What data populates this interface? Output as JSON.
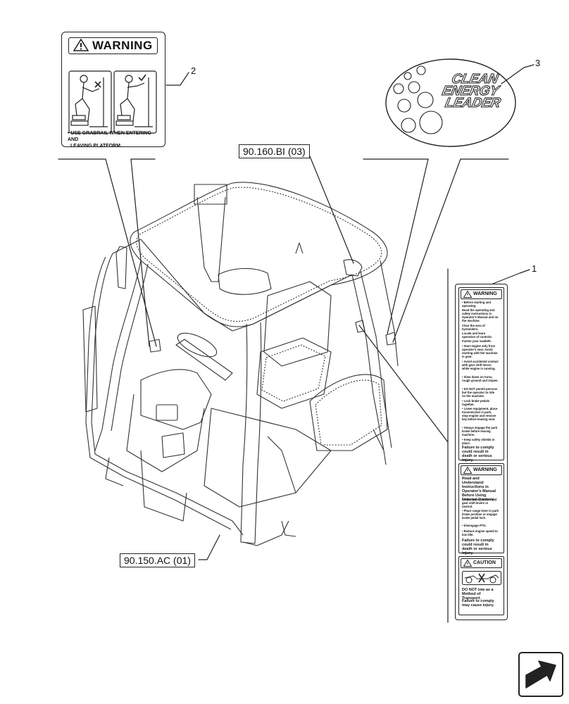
{
  "callouts": [
    {
      "number": "1"
    },
    {
      "number": "2"
    },
    {
      "number": "3"
    }
  ],
  "references": {
    "top": "90.160.BI (03)",
    "bottom": "90.150.AC (01)"
  },
  "decal_2": {
    "header": "WARNING",
    "caption_line1": "• USE GRABRAIL WHEN ENTERING AND",
    "caption_line2": "LEAVING PLATFORM."
  },
  "decal_3": {
    "logo_lines": [
      "CLEAN",
      "ENERGY",
      "LEADER"
    ]
  },
  "decal_1": {
    "panel_a": {
      "header": "WARNING",
      "items": [
        "• Before starting and operating:",
        "Read the operating and safety instructions in Operator's Manual and on the machine.",
        "Clear the area of bystanders.",
        "Locate and learn operation of controls.",
        "Fasten your seatbelt.",
        "• Start engine only from operator's seat. Avoid starting with the machine in gear.",
        "• Avoid accidental contact with gear shift levers while engine is running.",
        "• Slow down on turns, rough ground and slopes.",
        "• DO NOT permit persons but the operator to ride on the machine.",
        "• Lock brake pedals together.",
        "• Lower equipment, place transmission in park, stop engine and remove key before leaving seat.",
        "• Always engage the park brake before leaving machine.",
        "• Keep safety shields in place."
      ],
      "footer": "Failure to comply could result in death or serious injury."
    },
    "panel_b": {
      "header": "WARNING",
      "title": "Read and Understand Instructions in Operator's Manual Before Using External Controls",
      "items": [
        "• Place transmission and gear shift levers in neutral.",
        "• Place range lever in park brake position or engage brake pedal lock.",
        "• Disengage PTO.",
        "• Reduce engine speed to low idle."
      ],
      "footer": "Failure to comply could result in death or serious injury."
    },
    "panel_c": {
      "header": "CAUTION",
      "text": "DO NOT tow as a Method of Transport.",
      "footer": "Failure to comply may cause injury."
    }
  },
  "navigation": {
    "icon": "arrow-icon"
  }
}
